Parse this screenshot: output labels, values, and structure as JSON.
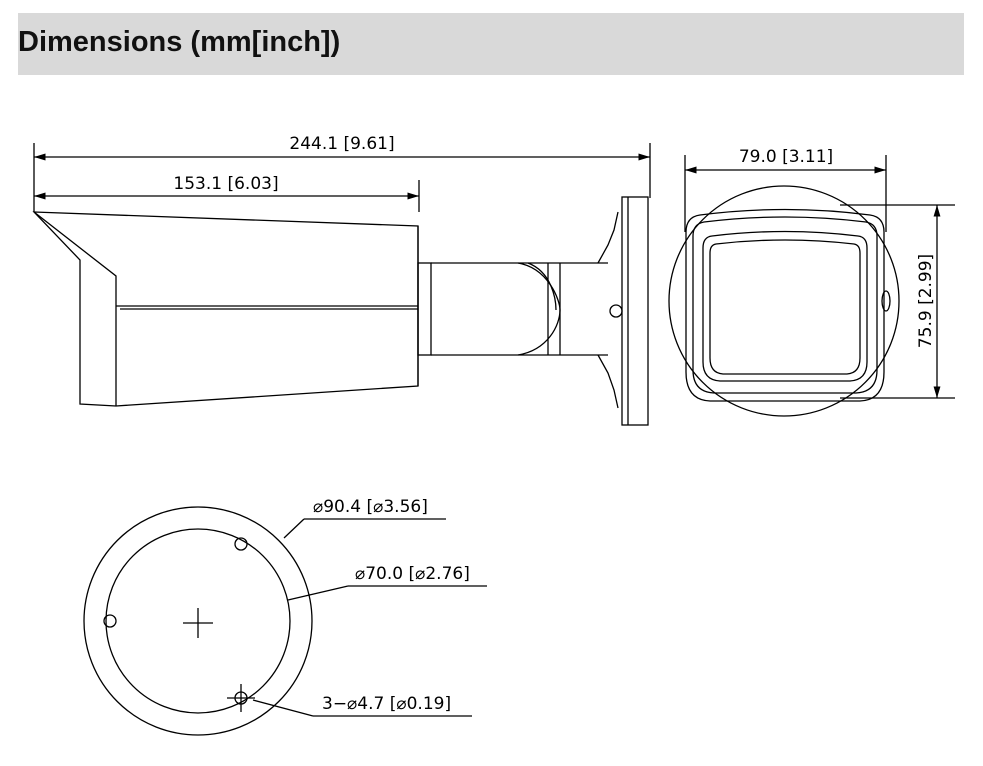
{
  "header": {
    "title": "Dimensions (mm[inch])"
  },
  "side_view": {
    "overall_length": "244.1 [9.61]",
    "housing_length": "153.1 [6.03]"
  },
  "front_view": {
    "width": "79.0 [3.11]",
    "height": "75.9 [2.99]"
  },
  "mount_base": {
    "outer_diameter": "⌀90.4 [⌀3.56]",
    "inner_diameter": "⌀70.0 [⌀2.76]",
    "hole_spec": "3−⌀4.7 [⌀0.19]"
  },
  "colors": {
    "header_bg": "#d9d9d9",
    "line": "#000000"
  }
}
